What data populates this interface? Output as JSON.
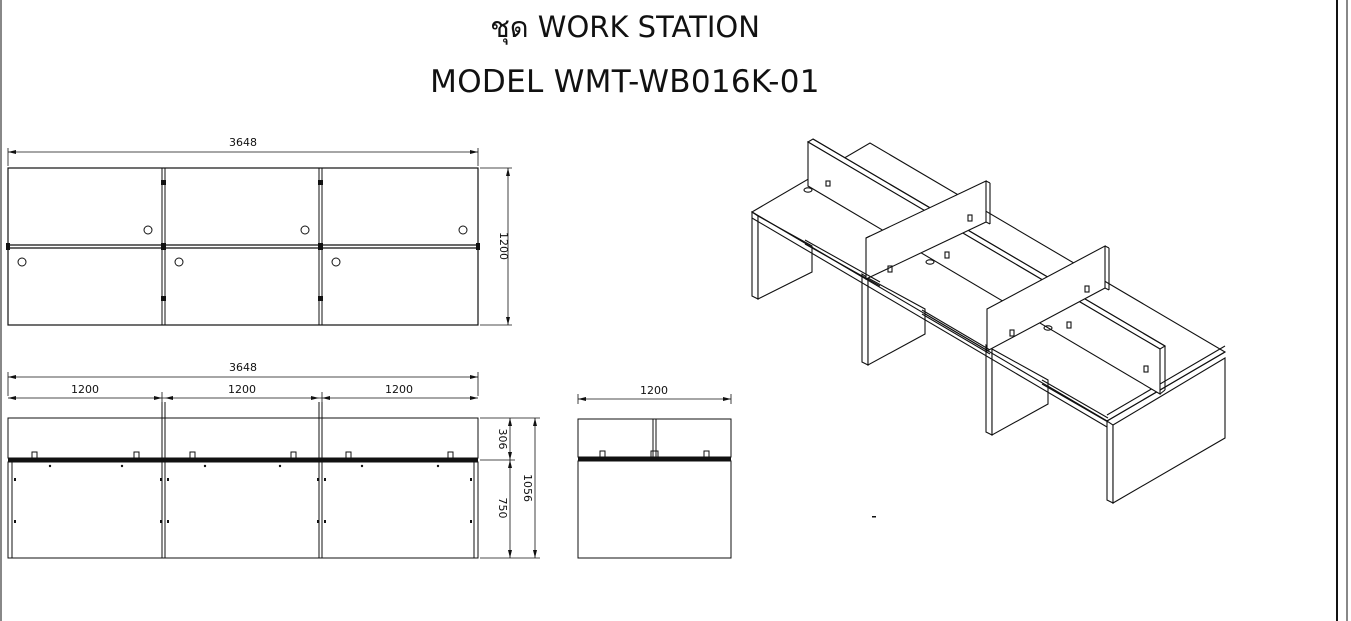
{
  "drawing": {
    "title": "ชุด WORK STATION",
    "model": "MODEL WMT-WB016K-01"
  },
  "dimensions": {
    "plan_overall_width": "3648",
    "plan_depth": "1200",
    "front_overall_width": "3648",
    "front_module_widths": [
      "1200",
      "1200",
      "1200"
    ],
    "screen_height": "306",
    "desk_height": "750",
    "total_height": "1056",
    "side_width": "1200"
  }
}
